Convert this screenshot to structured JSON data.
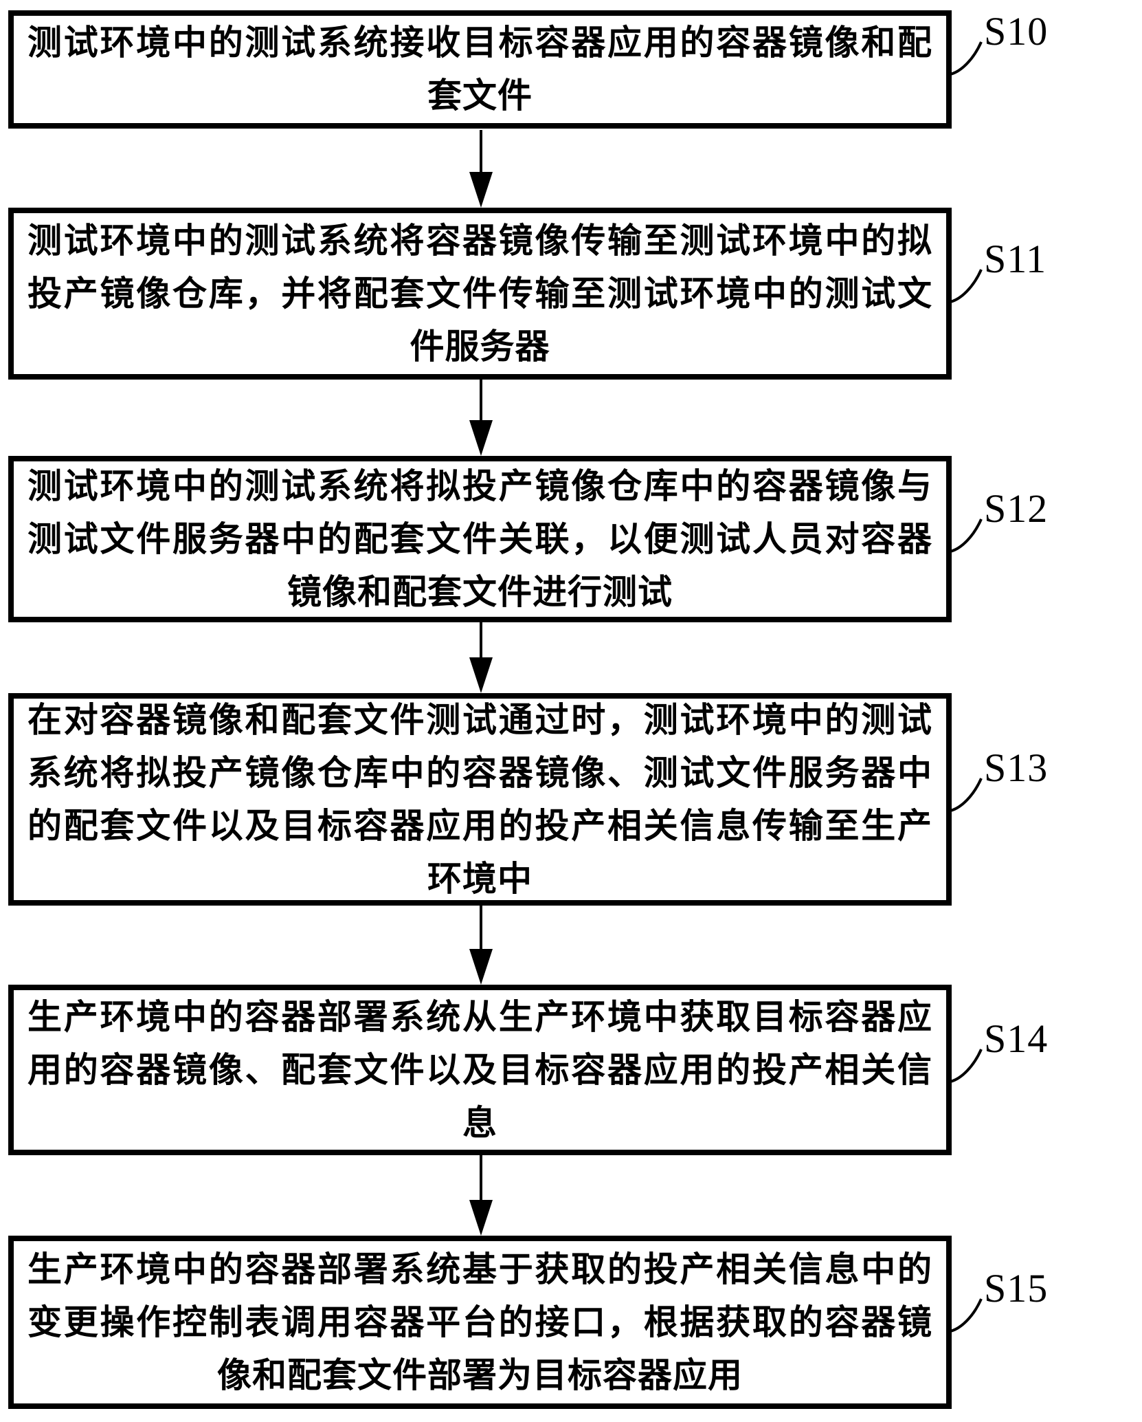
{
  "figure": {
    "type": "flowchart",
    "colors": {
      "ink": "#000000",
      "background": "#ffffff"
    },
    "steps": [
      {
        "id": "S10",
        "lines": [
          "测试环境中的测试系统接收目标容器应用的容器镜像和配",
          "套文件"
        ]
      },
      {
        "id": "S11",
        "lines": [
          "测试环境中的测试系统将容器镜像传输至测试环境中的拟",
          "投产镜像仓库，并将配套文件传输至测试环境中的测试文",
          "件服务器"
        ]
      },
      {
        "id": "S12",
        "lines": [
          "测试环境中的测试系统将拟投产镜像仓库中的容器镜像与",
          "测试文件服务器中的配套文件关联，以便测试人员对容器",
          "镜像和配套文件进行测试"
        ]
      },
      {
        "id": "S13",
        "lines": [
          "在对容器镜像和配套文件测试通过时，测试环境中的测试",
          "系统将拟投产镜像仓库中的容器镜像、测试文件服务器中",
          "的配套文件以及目标容器应用的投产相关信息传输至生产",
          "环境中"
        ]
      },
      {
        "id": "S14",
        "lines": [
          "生产环境中的容器部署系统从生产环境中获取目标容器应",
          "用的容器镜像、配套文件以及目标容器应用的投产相关信",
          "息"
        ]
      },
      {
        "id": "S15",
        "lines": [
          "生产环境中的容器部署系统基于获取的投产相关信息中的",
          "变更操作控制表调用容器平台的接口，根据获取的容器镜",
          "像和配套文件部署为目标容器应用"
        ]
      }
    ]
  }
}
